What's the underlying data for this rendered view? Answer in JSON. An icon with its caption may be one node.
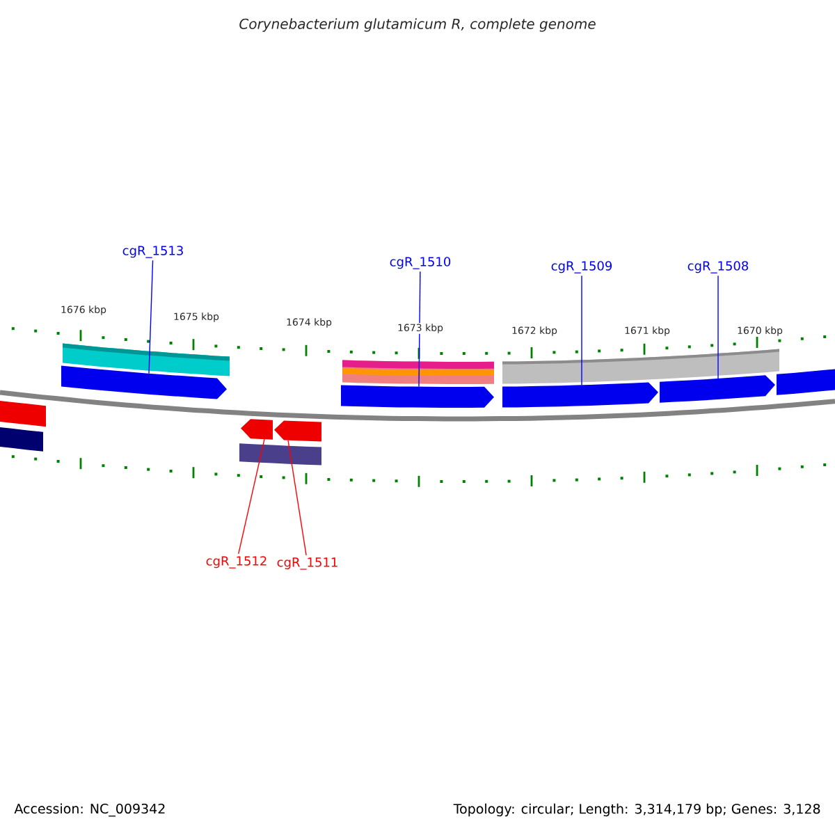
{
  "diagram": {
    "title": "Corynebacterium glutamicum R, complete genome",
    "nodes": [
      {
        "text": [
          "cgR_1513"
        ]
      },
      {
        "text": [
          "cgR_1510"
        ]
      },
      {
        "text": [
          "cgR_1509"
        ]
      },
      {
        "text": [
          "cgR_1508"
        ]
      },
      {
        "text": [
          "cgR_1512"
        ]
      },
      {
        "text": [
          "cgR_1511"
        ]
      },
      {
        "text": [],
        "shape": "arrow"
      },
      {
        "text": [],
        "shape": "arrow"
      },
      {
        "text": [],
        "shape": "arrow"
      },
      {
        "text": [],
        "shape": "arrow"
      },
      {
        "text": [],
        "shape": "arrow"
      },
      {
        "text": [],
        "shape": "arrow"
      },
      {
        "text": [],
        "shape": "bar"
      }
    ],
    "edges": [
      {
        "from": 0,
        "to": 6,
        "arrow": "none"
      },
      {
        "from": 1,
        "to": 7,
        "arrow": "none"
      },
      {
        "from": 2,
        "to": 8,
        "arrow": "none"
      },
      {
        "from": 3,
        "to": 9,
        "arrow": "none"
      },
      {
        "from": 4,
        "to": 10,
        "arrow": "none",
        "color": "#ff0000"
      },
      {
        "from": 5,
        "to": 11,
        "arrow": "none",
        "color": "#ff0000"
      }
    ],
    "labels": [
      "1676 kbp",
      "1675 kbp",
      "1674 kbp",
      "1673 kbp",
      "1672 kbp",
      "1671 kbp",
      "1670 kbp",
      "Accession: NC_009342",
      "Topology: circular; Length: 3,314,179 bp; Genes: 3,128"
    ]
  }
}
